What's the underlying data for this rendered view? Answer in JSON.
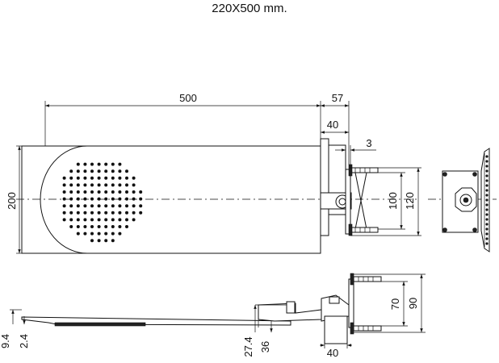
{
  "title": "220X500 mm.",
  "top_view": {
    "dim_length": "500",
    "dim_arm": "57",
    "dim_flange": "40",
    "dim_gap": "3",
    "dim_width": "200",
    "dim_bracket_inner": "100",
    "dim_bracket_outer": "120"
  },
  "side_view": {
    "dim_bracket_inner": "70",
    "dim_bracket_outer": "90",
    "dim_tip_total": "9.4",
    "dim_tip_plate": "2.4",
    "dim_mount_offset": "27.4",
    "dim_mount_height": "36",
    "dim_mount_width": "40"
  }
}
